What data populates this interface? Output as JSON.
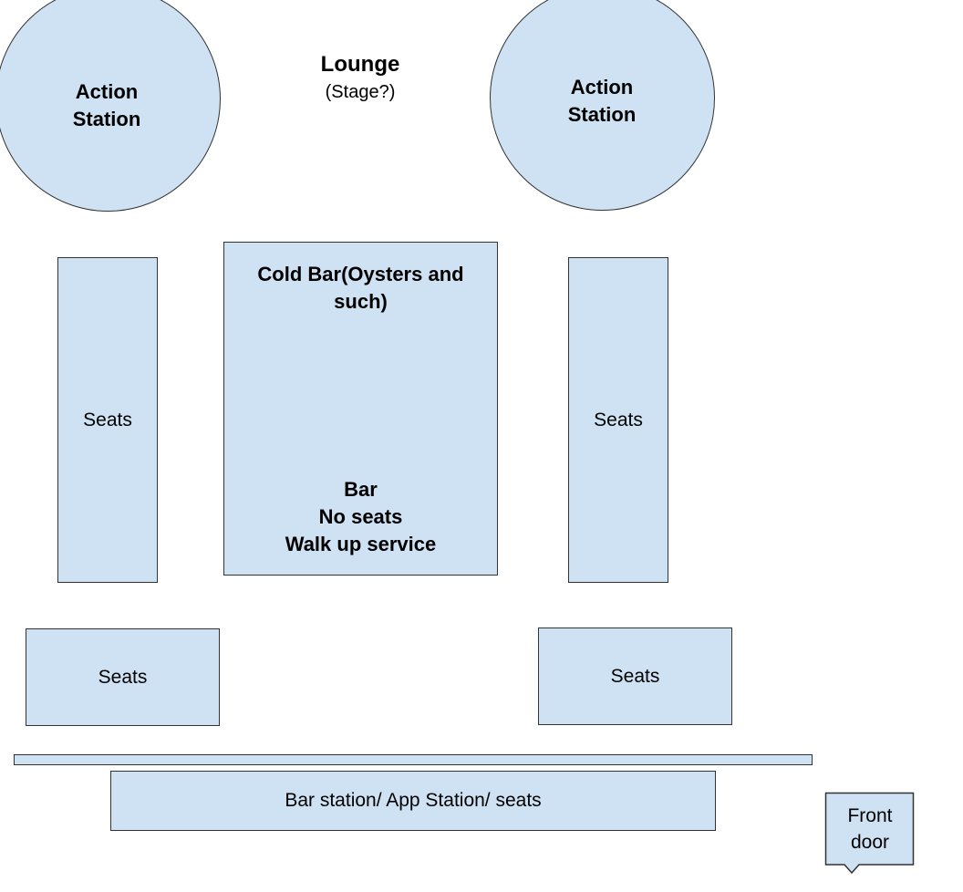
{
  "lounge": {
    "title": "Lounge",
    "subtitle": "(Stage?)"
  },
  "action_station_left": {
    "label": "Action\nStation"
  },
  "action_station_right": {
    "label": "Action\nStation"
  },
  "seats_left_tall": {
    "label": "Seats"
  },
  "cold_bar": {
    "top_label": "Cold Bar(Oysters and\nsuch)",
    "bottom_label": "Bar\nNo seats\nWalk up service"
  },
  "seats_right_tall": {
    "label": "Seats"
  },
  "seats_left_bottom": {
    "label": "Seats"
  },
  "seats_right_bottom": {
    "label": "Seats"
  },
  "bar_station": {
    "label": "Bar station/ App Station/ seats"
  },
  "front_door": {
    "label": "Front\ndoor"
  },
  "colors": {
    "fill": "#cfe2f3",
    "stroke": "#333333"
  }
}
